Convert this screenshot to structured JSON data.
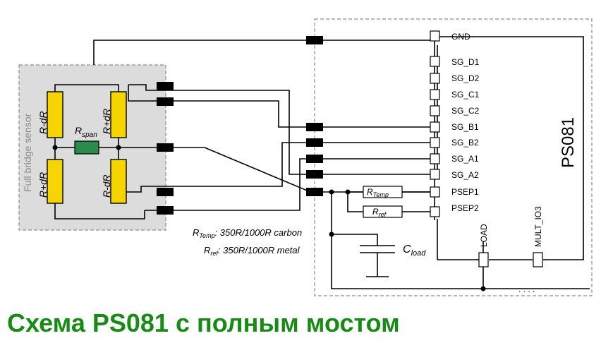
{
  "chip": {
    "name": "PS081",
    "pins": [
      "GND",
      "SG_D1",
      "SG_D2",
      "SG_C1",
      "SG_C2",
      "SG_B1",
      "SG_B2",
      "SG_A1",
      "SG_A2",
      "PSEP1",
      "PSEP2"
    ],
    "bottom_pins": [
      "LOAD",
      "MULT_IO3"
    ],
    "continuation": ". . . ."
  },
  "sensor": {
    "label": "Full bridge sensor",
    "resistors": [
      "R-dR",
      "R+dR",
      "R+dR",
      "R-dR"
    ],
    "span_resistor": {
      "main": "R",
      "sub": "span"
    }
  },
  "components": {
    "r_temp": {
      "main": "R",
      "sub": "Temp"
    },
    "r_ref": {
      "main": "R",
      "sub": "ref"
    },
    "c_load": {
      "main": "C",
      "sub": "load"
    }
  },
  "notes": {
    "r_temp": {
      "main": "R",
      "sub": "Temp",
      "text": ": 350R/1000R carbon"
    },
    "r_ref": {
      "main": "R",
      "sub": "ref",
      "text": ": 350R/1000R metal"
    }
  },
  "title": "Схема PS081 с полным мостом"
}
